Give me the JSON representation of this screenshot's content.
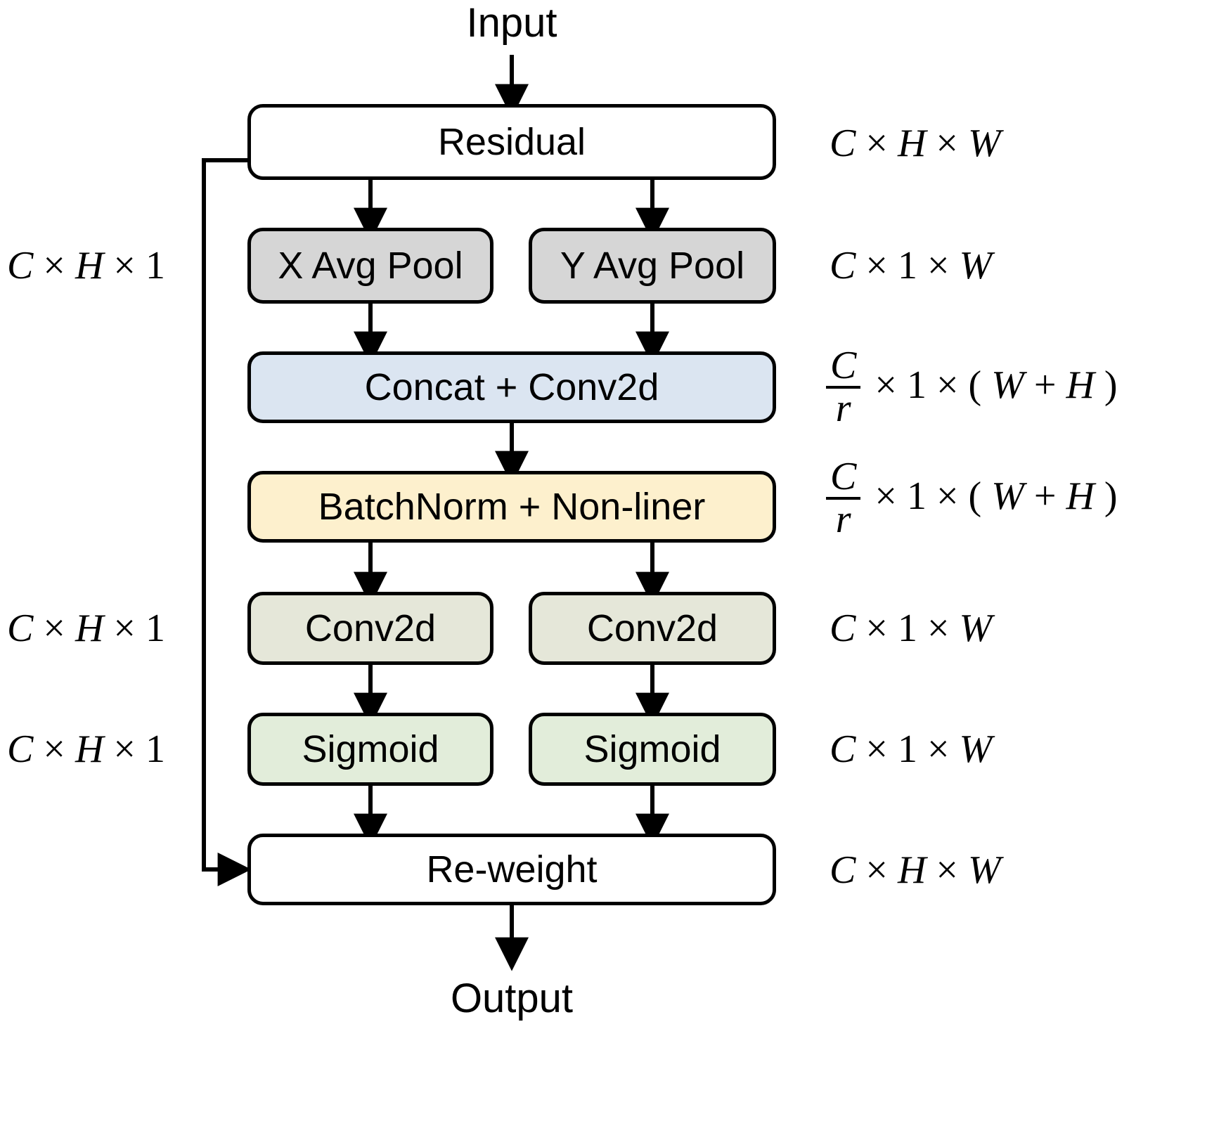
{
  "diagram": {
    "title_input": "Input",
    "title_output": "Output",
    "nodes": [
      {
        "id": "residual",
        "label": "Residual",
        "fill": "#ffffff"
      },
      {
        "id": "xavgpool",
        "label": "X Avg Pool",
        "fill": "#d6d6d6"
      },
      {
        "id": "yavgpool",
        "label": "Y Avg Pool",
        "fill": "#d6d6d6"
      },
      {
        "id": "concat",
        "label": "Concat + Conv2d",
        "fill": "#dbe5f1"
      },
      {
        "id": "batchnorm",
        "label": "BatchNorm + Non-liner",
        "fill": "#fdf0cd"
      },
      {
        "id": "conv2d_l",
        "label": "Conv2d",
        "fill": "#e5e7d9"
      },
      {
        "id": "conv2d_r",
        "label": "Conv2d",
        "fill": "#e5e7d9"
      },
      {
        "id": "sigmoid_l",
        "label": "Sigmoid",
        "fill": "#e2edda"
      },
      {
        "id": "sigmoid_r",
        "label": "Sigmoid",
        "fill": "#e2edda"
      },
      {
        "id": "reweight",
        "label": "Re-weight",
        "fill": "#ffffff"
      }
    ],
    "dims_left": [
      {
        "id": "dim-left-pool",
        "C": "C",
        "op1": "×",
        "mid": "H",
        "op2": "×",
        "last": "1"
      },
      {
        "id": "dim-left-conv",
        "C": "C",
        "op1": "×",
        "mid": "H",
        "op2": "×",
        "last": "1"
      },
      {
        "id": "dim-left-sigmoid",
        "C": "C",
        "op1": "×",
        "mid": "H",
        "op2": "×",
        "last": "1"
      }
    ],
    "dims_right": [
      {
        "id": "dim-right-residual",
        "C": "C",
        "op1": "×",
        "mid": "H",
        "op2": "×",
        "last": "W"
      },
      {
        "id": "dim-right-pool",
        "C": "C",
        "op1": "×",
        "mid": "1",
        "op2": "×",
        "last": "W"
      },
      {
        "id": "dim-right-conv",
        "C": "C",
        "op1": "×",
        "mid": "1",
        "op2": "×",
        "last": "W"
      },
      {
        "id": "dim-right-sigmoid",
        "C": "C",
        "op1": "×",
        "mid": "1",
        "op2": "×",
        "last": "W"
      },
      {
        "id": "dim-right-reweight",
        "C": "C",
        "op1": "×",
        "mid": "H",
        "op2": "×",
        "last": "W"
      }
    ],
    "dims_fraction": [
      {
        "id": "dim-right-concat",
        "numer": "C",
        "denom": "r",
        "op1": "×",
        "mid": "1",
        "op2": "×",
        "open": "(",
        "a": "W",
        "plus": "+",
        "b": "H",
        "close": ")"
      },
      {
        "id": "dim-right-batchnorm",
        "numer": "C",
        "denom": "r",
        "op1": "×",
        "mid": "1",
        "op2": "×",
        "open": "(",
        "a": "W",
        "plus": "+",
        "b": "H",
        "close": ")"
      }
    ],
    "colors": {
      "stroke": "#000000",
      "background": "#ffffff",
      "pool_fill": "#d6d6d6",
      "concat_fill": "#dbe5f1",
      "batchnorm_fill": "#fdf0cd",
      "conv_fill": "#e5e7d9",
      "sigmoid_fill": "#e2edda",
      "plain_fill": "#ffffff"
    }
  }
}
